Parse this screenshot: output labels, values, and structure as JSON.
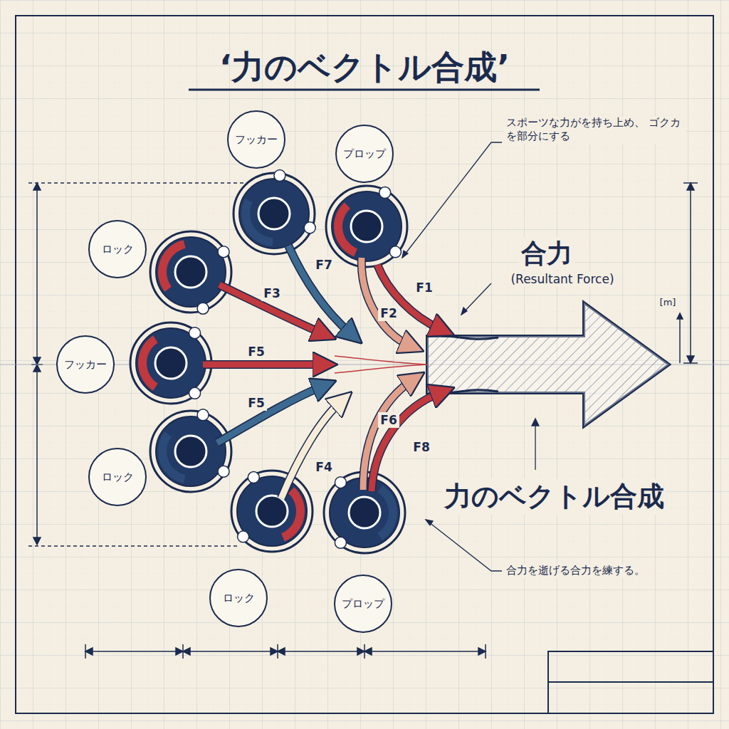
{
  "diagram": {
    "title": "‘力のベクトル合成’",
    "nodes": [
      {
        "text": [
          "フッカー"
        ]
      },
      {
        "text": [
          "プロップ"
        ]
      },
      {
        "text": [
          "ロック"
        ]
      },
      {
        "text": [
          "フッカー"
        ]
      },
      {
        "text": [
          "ロック"
        ]
      },
      {
        "text": [
          "ロック"
        ]
      },
      {
        "text": [
          "プロップ"
        ]
      }
    ],
    "labels": [
      "スポーツな力がを持ち上め、 ゴクカを部分にする",
      "F7",
      "F1",
      "F3",
      "F2",
      "F5",
      "F5",
      "F6",
      "F4",
      "F8",
      "合力",
      "(Resultant Force)",
      "[m]",
      "力のベクトル合成",
      "合力を逝げる合力を練する。"
    ]
  }
}
